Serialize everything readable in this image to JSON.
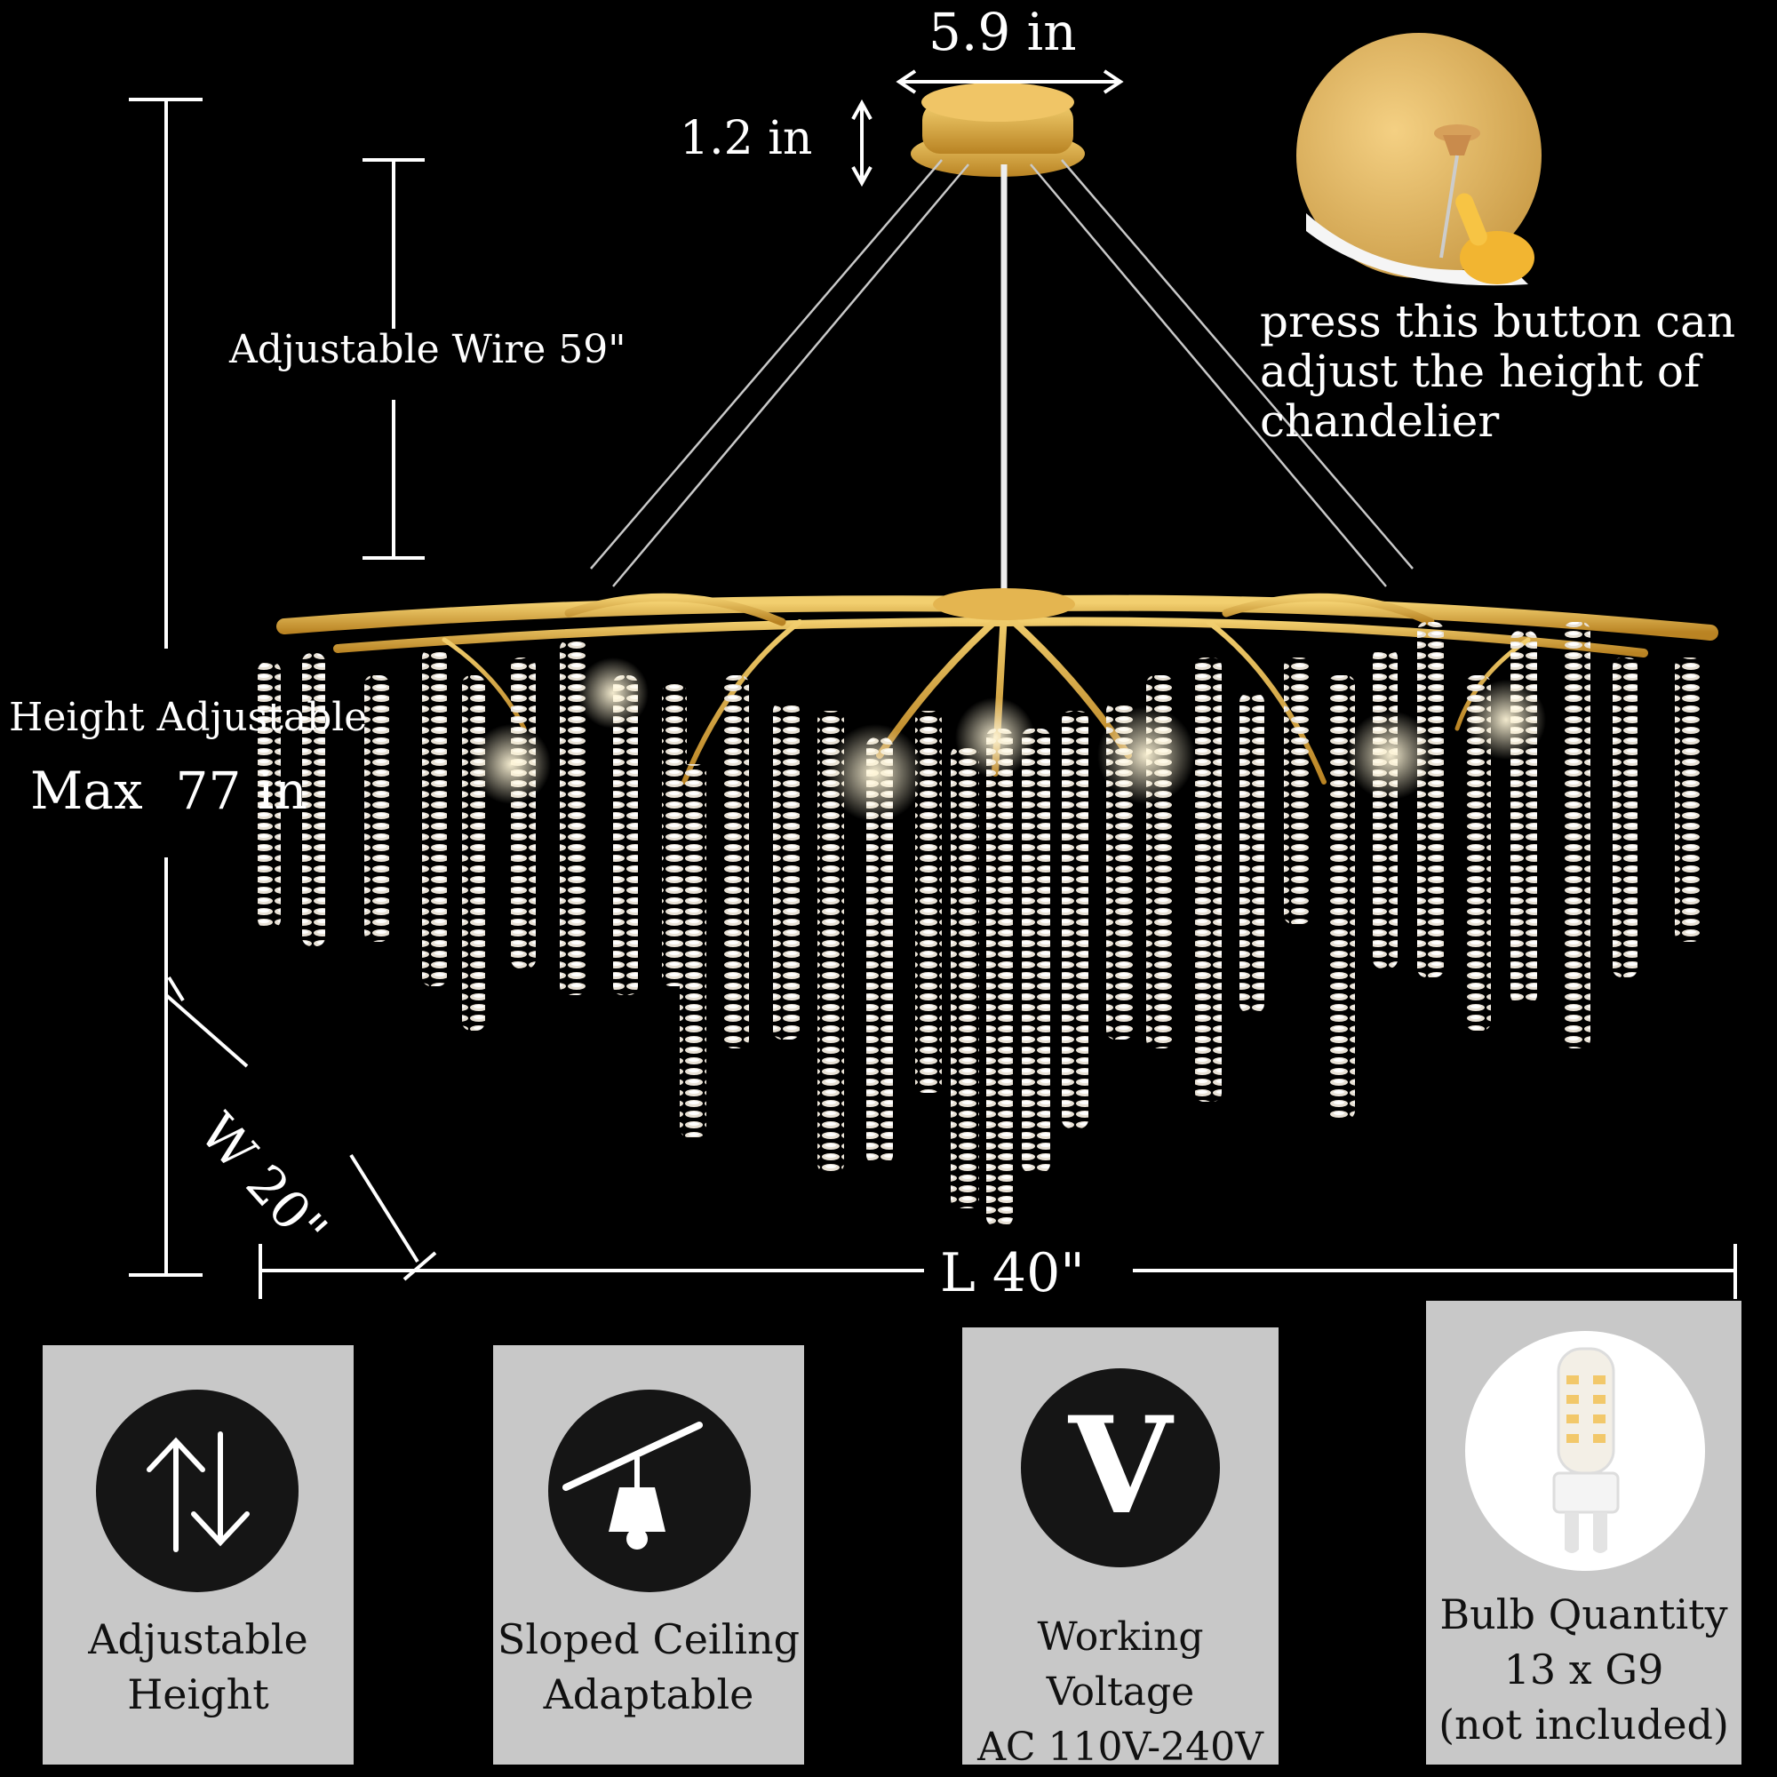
{
  "dimensions": {
    "canopy_width": "5.9 in",
    "canopy_height": "1.2 in",
    "adjustable_wire": "Adjustable Wire 59\"",
    "height_label": "Height Adjustable",
    "height_max": "Max  77 in",
    "width": "W 20\"",
    "length": "L 40\""
  },
  "inset_note": {
    "lines": [
      "press this button can",
      "adjust the height of",
      "chandelier"
    ]
  },
  "features": [
    {
      "icon": "up-down-arrows-icon",
      "lines": [
        "Adjustable",
        "Height"
      ]
    },
    {
      "icon": "sloped-ceiling-lamp-icon",
      "lines": [
        "Sloped Ceiling",
        "Adaptable"
      ]
    },
    {
      "icon": "voltage-v-icon",
      "glyph": "V",
      "lines": [
        "Working Voltage",
        "AC 110V-240V"
      ]
    },
    {
      "icon": "g9-bulb-icon",
      "lines": [
        "Bulb Quantity",
        "13 x G9",
        "(not included)"
      ]
    }
  ],
  "colors": {
    "background": "#000000",
    "gold": "#d9a63a",
    "card": "#c8c8c8",
    "circle": "#151515"
  }
}
